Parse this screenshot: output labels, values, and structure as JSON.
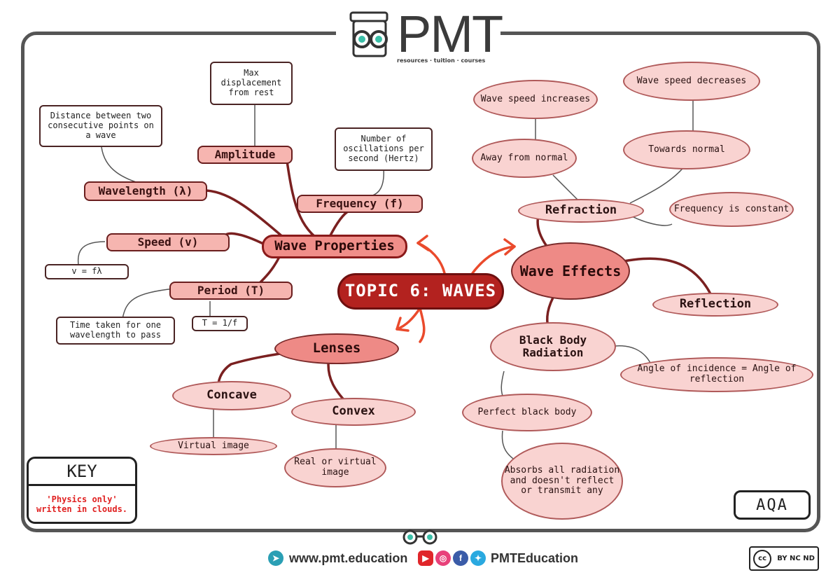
{
  "header": {
    "logo_text": "PMT",
    "logo_tagline": "resources · tuition · courses"
  },
  "topic": "TOPIC 6: WAVES",
  "properties": {
    "title": "Wave Properties",
    "amplitude": "Amplitude",
    "amplitude_def": "Max displacement from rest",
    "wavelength": "Wavelength (λ)",
    "wavelength_def": "Distance between two consecutive points on a wave",
    "frequency": "Frequency (f)",
    "frequency_def": "Number of oscillations per second (Hertz)",
    "speed": "Speed (v)",
    "speed_eq": "v = fλ",
    "period": "Period (T)",
    "period_eq": "T = 1/f",
    "period_def": "Time taken for one wavelength to pass"
  },
  "effects": {
    "title": "Wave Effects",
    "refraction": "Refraction",
    "away": "Away from normal",
    "away_note": "Wave speed increases",
    "towards": "Towards normal",
    "towards_note": "Wave speed decreases",
    "freq_const": "Frequency is constant",
    "reflection": "Reflection",
    "reflection_note": "Angle of incidence = Angle of reflection",
    "bbr": "Black Body Radiation",
    "perfect": "Perfect black body",
    "absorbs": "Absorbs all radiation and doesn't reflect or transmit any"
  },
  "lenses": {
    "title": "Lenses",
    "concave": "Concave",
    "concave_note": "Virtual image",
    "convex": "Convex",
    "convex_note": "Real or virtual image"
  },
  "key": {
    "title": "KEY",
    "note": "'Physics only' written in clouds."
  },
  "board": "AQA",
  "footer": {
    "site": "www.pmt.education",
    "social": "PMTEducation",
    "license": "BY NC ND"
  }
}
